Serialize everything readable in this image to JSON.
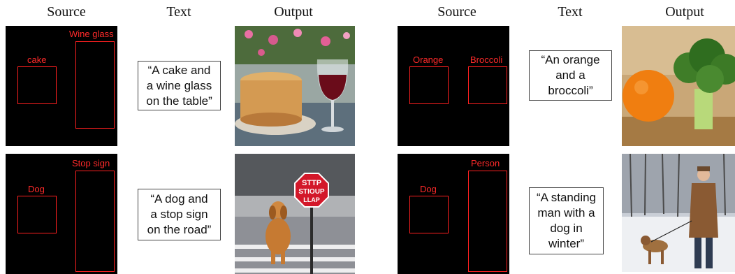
{
  "headers": {
    "source": "Source",
    "text": "Text",
    "output": "Output"
  },
  "examples": [
    {
      "boxes": [
        "cake",
        "Wine glass"
      ],
      "prompt": "“A cake and\na wine glass\non the table”"
    },
    {
      "boxes": [
        "Dog",
        "Stop sign"
      ],
      "prompt": "“A dog and\na stop sign\non the road”",
      "sign_text": [
        "STTP",
        "STIOUP",
        "LLAP"
      ]
    },
    {
      "boxes": [
        "Orange",
        "Broccoli"
      ],
      "prompt": "“An orange\nand a\nbroccoli”"
    },
    {
      "boxes": [
        "Dog",
        "Person"
      ],
      "prompt": "“A standing\nman with a\ndog in\nwinter”"
    }
  ]
}
